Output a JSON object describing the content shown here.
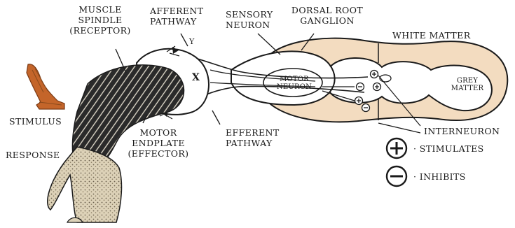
{
  "labels": {
    "muscle_spindle": [
      "MUSCLE",
      "SPINDLE",
      "(RECEPTOR)"
    ],
    "afferent_pathway": [
      "AFFERENT",
      "PATHWAY"
    ],
    "sensory_neuron": [
      "SENSORY",
      "NEURON"
    ],
    "dorsal_root_ganglion": [
      "DORSAL ROOT",
      "GANGLION"
    ],
    "white_matter": "WHITE MATTER",
    "y_mark": "Y",
    "x_mark": "X",
    "motor_neuron": [
      "MOTOR",
      "NEURON"
    ],
    "grey_matter": [
      "GREY",
      "MATTER"
    ],
    "stimulus": "STIMULUS",
    "motor_endplate": [
      "MOTOR",
      "ENDPLATE",
      "(EFFECTOR)"
    ],
    "efferent_pathway": [
      "EFFERENT",
      "PATHWAY"
    ],
    "interneuron": "INTERNEURON",
    "response": "RESPONSE"
  },
  "legend": [
    {
      "symbol": "+",
      "text": "STIMULATES",
      "icon": "plus-circle-icon"
    },
    {
      "symbol": "−",
      "text": "INHIBITS",
      "icon": "minus-circle-icon"
    }
  ],
  "colors": {
    "spinal_cord_fill": "#f3dcc0",
    "ink": "#1a1a1a",
    "stimulus_tissue": "#c4652a",
    "leg_texture": "#d6cbb0"
  }
}
